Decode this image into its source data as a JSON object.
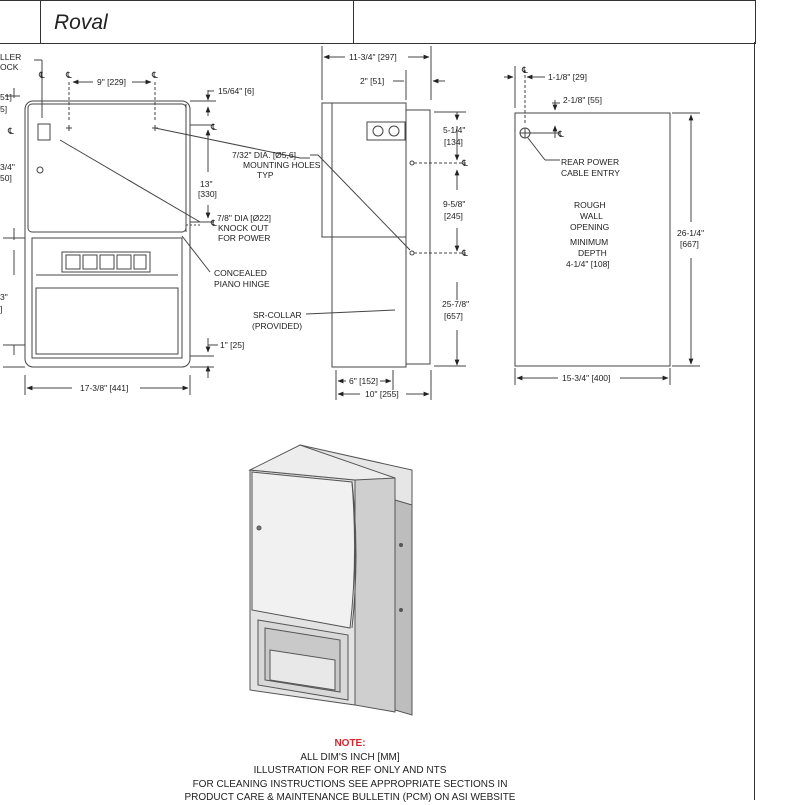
{
  "header": {
    "brand": "Roval"
  },
  "front_view": {
    "clipped_label_1": "LLER",
    "clipped_label_2": "OCK",
    "clipped_dim_1": "51]",
    "clipped_dim_2": "5]",
    "clipped_dim_3": "3/4\"",
    "clipped_dim_4": "50]",
    "clipped_dim_5": "3\"",
    "clipped_dim_6": "]",
    "centerline": "℄",
    "spacing": "9\" [229]",
    "top_offset": "15/64\" [6]",
    "mount_holes_1": "7/32\" DIA. [Ø5,6]",
    "mount_holes_2": "MOUNTING HOLES",
    "mount_holes_3": "TYP",
    "height_13_1": "13\"",
    "height_13_2": "[330]",
    "knockout_1": "7/8\" DIA [Ø22]",
    "knockout_2": "KNOCK OUT",
    "knockout_3": "FOR POWER",
    "hinge_1": "CONCEALED",
    "hinge_2": "PIANO HINGE",
    "bottom_offset": "1\" [25]",
    "width": "17-3/8\" [441]"
  },
  "side_view": {
    "depth_total": "11-3/4\" [297]",
    "offset_2": "2\" [51]",
    "dim_5_1": "5-1/4\"",
    "dim_5_2": "[134]",
    "dim_9_1": "9-5/8\"",
    "dim_9_2": "[245]",
    "dim_25_1": "25-7/8\"",
    "dim_25_2": "[657]",
    "collar_1": "SR-COLLAR",
    "collar_2": "(PROVIDED)",
    "recess_depth": "6\" [152]",
    "overall_depth": "10\" [255]"
  },
  "wall_view": {
    "dim_1_1": "1-1/8\" [29]",
    "dim_2_1": "2-1/8\" [55]",
    "power_1": "REAR POWER",
    "power_2": "CABLE ENTRY",
    "opening_1": "ROUGH",
    "opening_2": "WALL",
    "opening_3": "OPENING",
    "depth_1": "MINIMUM",
    "depth_2": "DEPTH",
    "depth_3": "4-1/4\" [108]",
    "height_1": "26-1/4\"",
    "height_2": "[667]",
    "width": "15-3/4\" [400]"
  },
  "notes": {
    "title": "NOTE:",
    "line1": "ALL DIM'S INCH [MM]",
    "line2": "ILLUSTRATION FOR REF ONLY AND NTS",
    "line3": "FOR CLEANING INSTRUCTIONS SEE APPROPRIATE SECTIONS IN",
    "line4": "PRODUCT CARE & MAINTENANCE BULLETIN (PCM) ON ASI WEBSITE"
  }
}
